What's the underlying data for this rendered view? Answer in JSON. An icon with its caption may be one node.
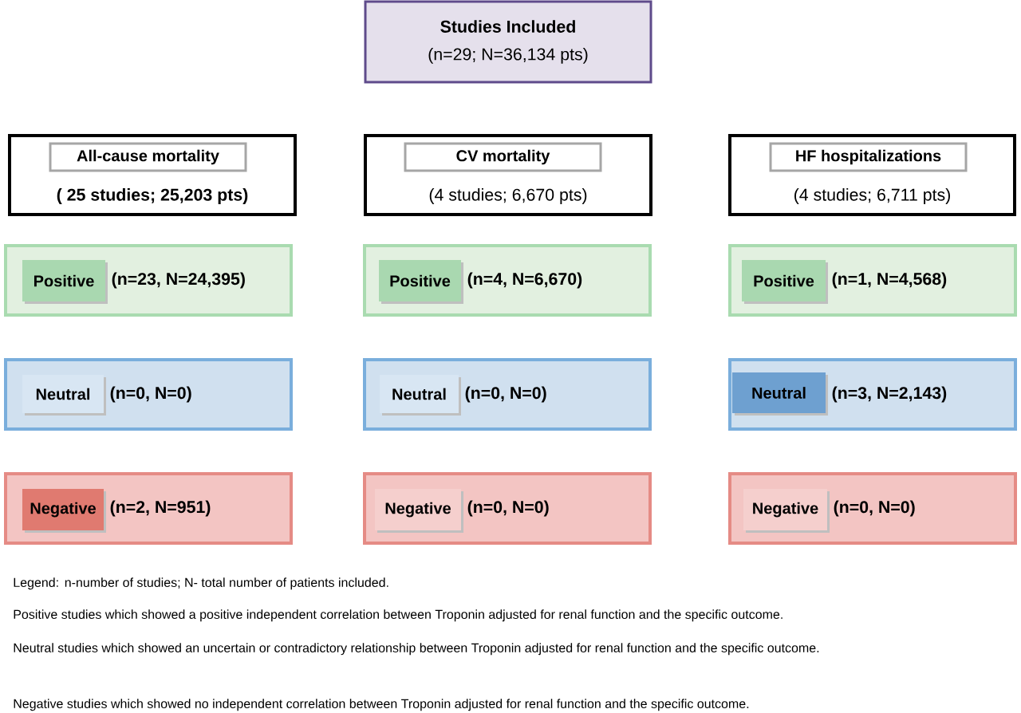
{
  "diagram": {
    "nodes": [
      {
        "text": [
          "Studies Included",
          "(n=29; N=36,134 pts)"
        ]
      },
      {
        "text": [
          "( 25 studies; 25,203 pts)"
        ]
      },
      {
        "text": [
          "All-cause mortality"
        ],
        "in": 1
      },
      {
        "text": [
          "(4 studies; 6,670 pts)"
        ]
      },
      {
        "text": [
          "CV mortality"
        ],
        "in": 3
      },
      {
        "text": [
          "(4 studies; 6,711 pts)"
        ]
      },
      {
        "text": [
          "HF hospitalizations"
        ],
        "in": 5
      },
      {
        "text": [
          "(n=23, N=24,395)"
        ]
      },
      {
        "text": [
          "Positive"
        ],
        "in": 7
      },
      {
        "text": [
          "(n=4, N=6,670)"
        ]
      },
      {
        "text": [
          "Positive"
        ],
        "in": 9
      },
      {
        "text": [
          "(n=1, N=4,568)"
        ]
      },
      {
        "text": [
          "Positive"
        ],
        "in": 11
      },
      {
        "text": [
          "(n=0, N=0)"
        ]
      },
      {
        "text": [
          "Neutral"
        ],
        "in": 13
      },
      {
        "text": [
          "(n=0, N=0)"
        ]
      },
      {
        "text": [
          "Neutral"
        ],
        "in": 15
      },
      {
        "text": [
          "(n=3, N=2,143)"
        ]
      },
      {
        "text": [
          "Neutral"
        ],
        "in": 17
      },
      {
        "text": [
          "(n=2, N=951)"
        ]
      },
      {
        "text": [
          "Negative"
        ],
        "in": 19
      },
      {
        "text": [
          "(n=0, N=0)"
        ]
      },
      {
        "text": [
          "Negative"
        ],
        "in": 21
      },
      {
        "text": [
          "(n=0, N=0)"
        ]
      },
      {
        "text": [
          "Negative"
        ],
        "in": 23
      }
    ],
    "labels": [
      "Legend: n-number of studies; N- total number of patients included.",
      "Positive studies which showed a positive independent correlation between Troponin adjusted for renal function and the specific outcome.",
      "Neutral studies which showed an uncertain or contradictory relationship between Troponin adjusted for renal function and the specific outcome.",
      "Negative studies which showed no independent correlation between Troponin adjusted for renal function and the specific outcome."
    ]
  }
}
